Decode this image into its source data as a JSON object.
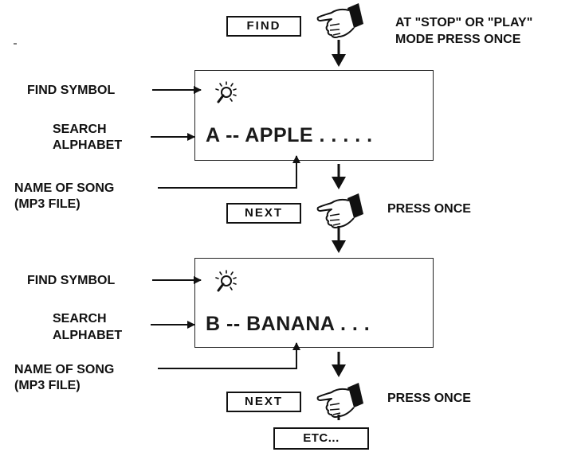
{
  "step1": {
    "button": "FIND",
    "instruction_line1": "AT \"STOP\" OR \"PLAY\"",
    "instruction_line2": "MODE PRESS ONCE"
  },
  "display1": {
    "find_symbol_label": "FIND SYMBOL",
    "search_label_line1": "SEARCH",
    "search_label_line2": "ALPHABET",
    "song_label_line1": "NAME OF SONG",
    "song_label_line2": "(MP3 FILE)",
    "text": "A -- APPLE . . . . ."
  },
  "step2": {
    "button": "NEXT",
    "instruction": "PRESS ONCE"
  },
  "display2": {
    "find_symbol_label": "FIND SYMBOL",
    "search_label_line1": "SEARCH",
    "search_label_line2": "ALPHABET",
    "song_label_line1": "NAME OF SONG",
    "song_label_line2": "(MP3 FILE)",
    "text": "B -- BANANA . . ."
  },
  "step3": {
    "button": "NEXT",
    "instruction": "PRESS ONCE"
  },
  "end_box": "ETC...",
  "icons": {
    "pointer": "pointing-hand-icon",
    "find": "magnifier-find-icon"
  }
}
